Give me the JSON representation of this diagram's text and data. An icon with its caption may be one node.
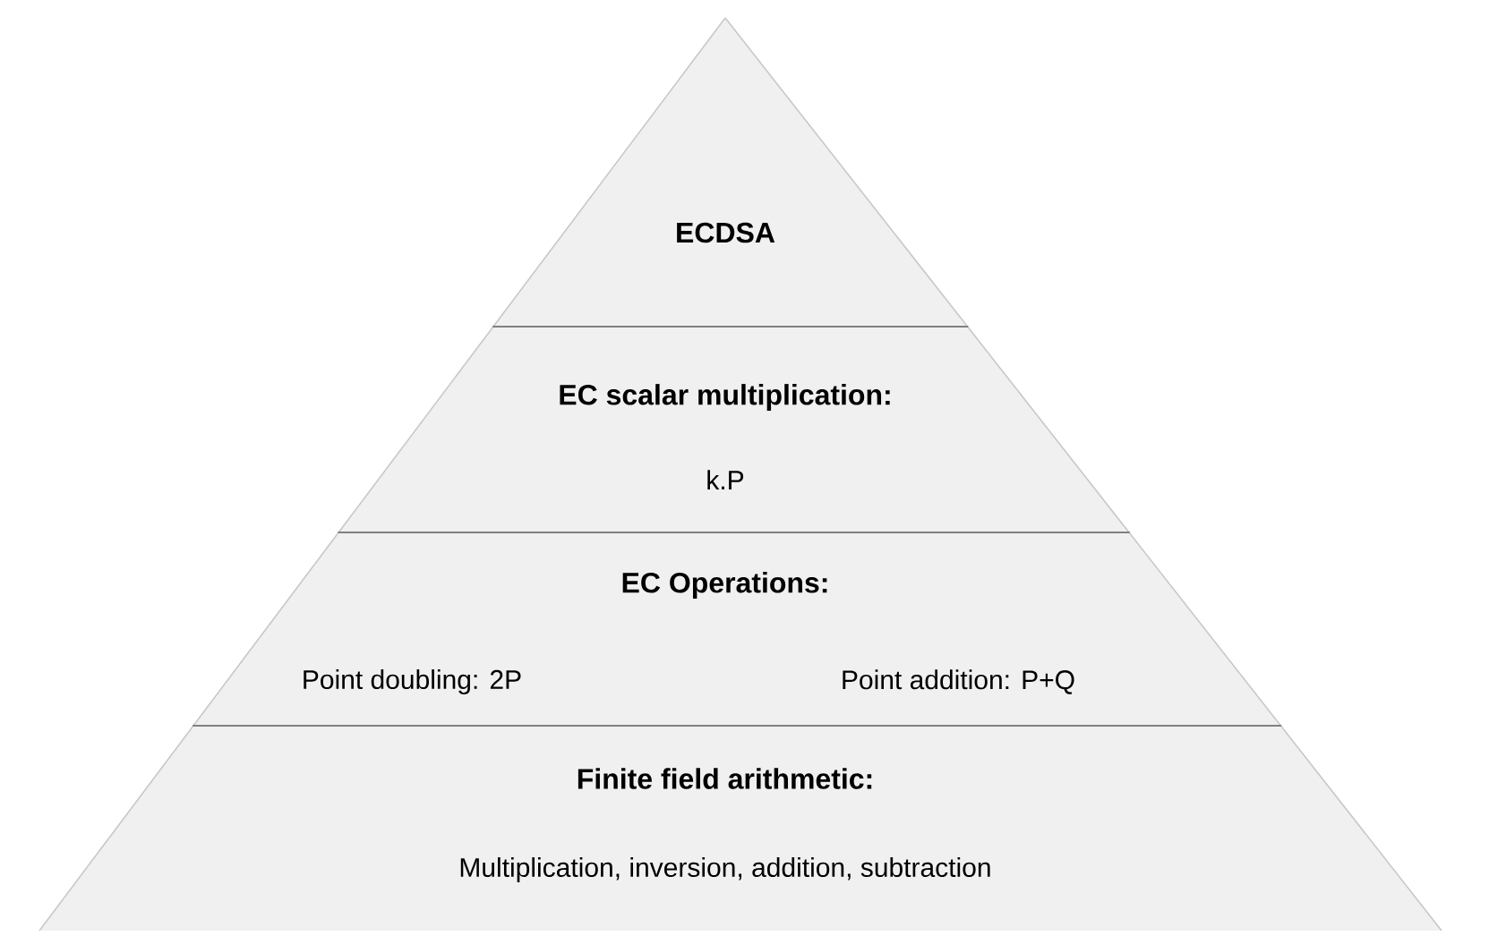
{
  "diagram": {
    "nodes": [
      {
        "text": [
          "ECDSA"
        ]
      },
      {
        "text": [
          "EC scalar multiplication:",
          "k.P"
        ]
      },
      {
        "text": [
          "EC Operations:",
          "Point doubling: 2P",
          "Point addition: P+Q"
        ]
      },
      {
        "text": [
          "Finite field arithmetic:",
          "Multiplication, inversion, addition, subtraction"
        ]
      }
    ]
  }
}
